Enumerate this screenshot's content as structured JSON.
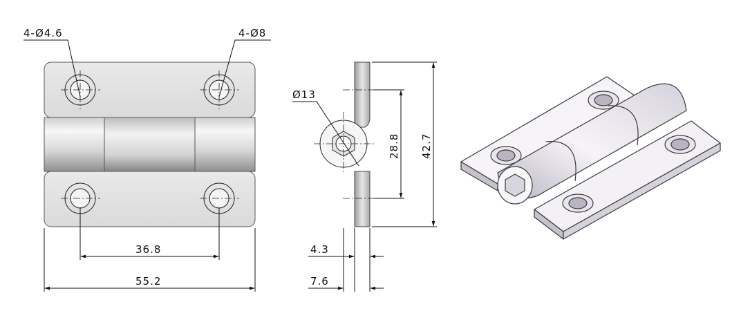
{
  "colors": {
    "line": "#1a1a1a",
    "centerline": "#333333",
    "plate_light": "#ececec",
    "plate_mid": "#d8d8d8",
    "barrel_light": "#f4f4f4",
    "barrel_dark": "#9a9a9a",
    "iso_top": "#f2f0f4",
    "iso_side": "#c9c6cf"
  },
  "front_view": {
    "hole_callout_small": "4-Ø4.6",
    "hole_callout_large": "4-Ø8",
    "hole_spacing": "36.8",
    "overall_width": "55.2"
  },
  "side_view": {
    "barrel_diameter": "Ø13",
    "hole_spacing_vertical": "28.8",
    "overall_height": "42.7",
    "plate_thickness": "4.3",
    "overall_depth": "7.6"
  },
  "iso_view": {
    "icon": "hinge-isometric-render"
  }
}
